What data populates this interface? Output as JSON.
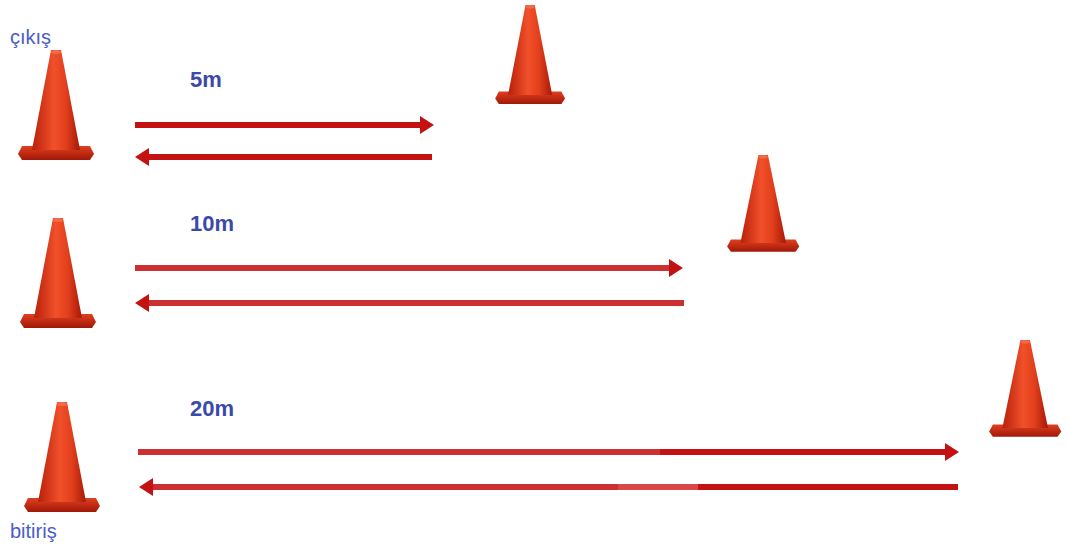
{
  "diagram": {
    "labels": [
      "çıkış",
      "5m",
      "10m",
      "20m",
      "bitiriş"
    ]
  }
}
